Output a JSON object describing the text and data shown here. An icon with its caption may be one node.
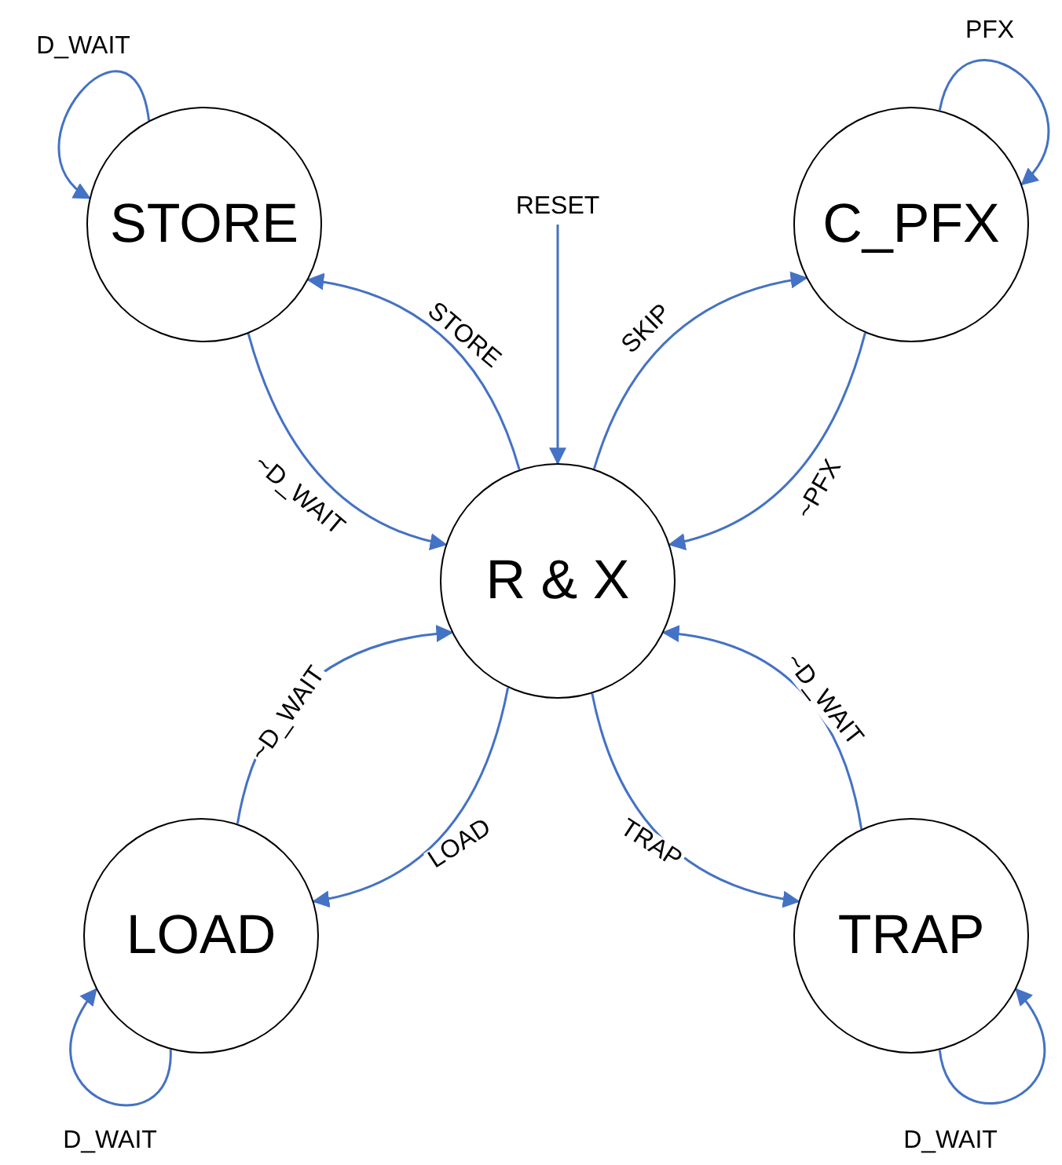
{
  "diagram": {
    "nodes": [
      {
        "text": [
          "STORE"
        ]
      },
      {
        "text": [
          "C_PFX"
        ]
      },
      {
        "text": [
          "R & X"
        ]
      },
      {
        "text": [
          "LOAD"
        ]
      },
      {
        "text": [
          "TRAP"
        ]
      },
      {
        "text": [
          "RESET"
        ]
      }
    ],
    "edges": [
      {
        "from": 0,
        "to": 0,
        "label": "D_WAIT",
        "arrow": "to"
      },
      {
        "from": 1,
        "to": 1,
        "label": "PFX",
        "arrow": "to"
      },
      {
        "from": 5,
        "to": 2,
        "arrow": "to"
      },
      {
        "from": 2,
        "to": 0,
        "label": "STORE",
        "arrow": "to"
      },
      {
        "from": 0,
        "to": 2,
        "label": "~D_WAIT",
        "arrow": "to"
      },
      {
        "from": 2,
        "to": 1,
        "label": "SKIP",
        "arrow": "to"
      },
      {
        "from": 1,
        "to": 2,
        "label": "~PFX",
        "arrow": "to"
      },
      {
        "from": 3,
        "to": 2,
        "label": "~D_WAIT",
        "arrow": "to"
      },
      {
        "from": 2,
        "to": 3,
        "label": "LOAD",
        "arrow": "to"
      },
      {
        "from": 2,
        "to": 4,
        "label": "TRAP",
        "arrow": "to"
      },
      {
        "from": 4,
        "to": 2,
        "label": "~D_WAIT",
        "arrow": "to"
      },
      {
        "from": 3,
        "to": 3,
        "label": "D_WAIT",
        "arrow": "to"
      },
      {
        "from": 4,
        "to": 4,
        "label": "D_WAIT",
        "arrow": "to"
      }
    ]
  }
}
